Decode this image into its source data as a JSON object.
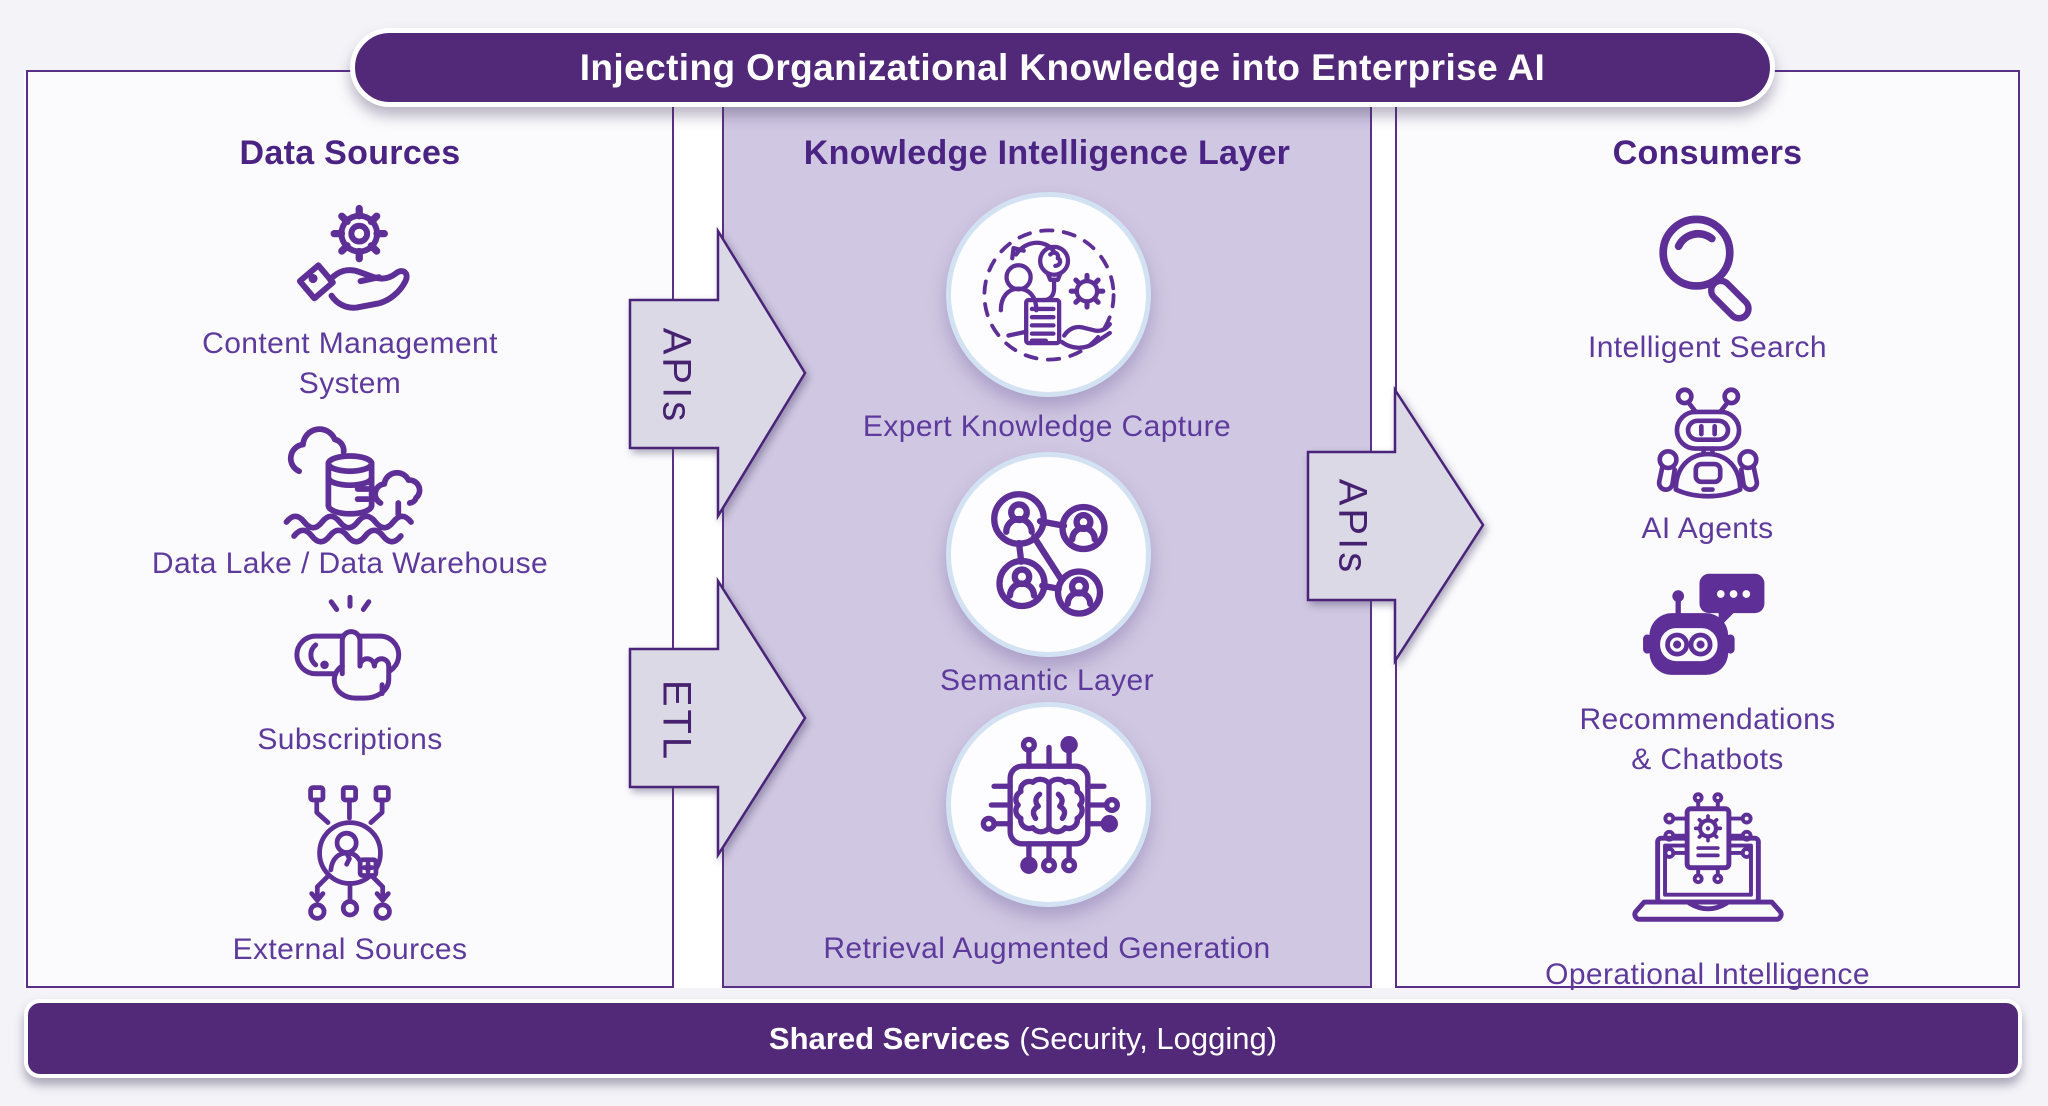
{
  "title_banner": {
    "text": "Injecting Organizational Knowledge into Enterprise AI"
  },
  "columns": {
    "data_sources": {
      "header": "Data Sources",
      "items": [
        {
          "label": "Content Management\nSystem",
          "icon": "gear-hand-icon"
        },
        {
          "label": "Data Lake / Data Warehouse",
          "icon": "data-lake-icon"
        },
        {
          "label": "Subscriptions",
          "icon": "press-button-icon"
        },
        {
          "label": "External Sources",
          "icon": "external-sources-icon"
        }
      ]
    },
    "knowledge_layer": {
      "header": "Knowledge Intelligence Layer",
      "items": [
        {
          "label": "Expert Knowledge Capture",
          "icon": "expert-knowledge-icon"
        },
        {
          "label": "Semantic Layer",
          "icon": "people-network-icon"
        },
        {
          "label": "Retrieval Augmented Generation",
          "icon": "brain-chip-icon"
        }
      ]
    },
    "consumers": {
      "header": "Consumers",
      "items": [
        {
          "label": "Intelligent Search",
          "icon": "magnifier-icon"
        },
        {
          "label": "AI Agents",
          "icon": "robot-icon"
        },
        {
          "label": "Recommendations\n& Chatbots",
          "icon": "chatbot-speech-icon"
        },
        {
          "label": "Operational Intelligence",
          "icon": "laptop-chip-icon"
        }
      ]
    }
  },
  "arrows": {
    "left_top": {
      "label": "APIs"
    },
    "left_bottom": {
      "label": "ETL"
    },
    "right": {
      "label": "APIs"
    }
  },
  "shared_services": {
    "title": "Shared Services",
    "detail": "(Security, Logging)"
  },
  "colors": {
    "banner_purple": "#522879",
    "panel_border": "#5a2f87",
    "header_text": "#4b2383",
    "label_text": "#5e3a9c",
    "icon_stroke": "#5e2f96",
    "mid_panel_bg": "#d0c8e2",
    "panel_bg": "#fbfbfd",
    "arrow_fill": "#dcd9e7",
    "arrow_border": "#4a2478",
    "circle_ring": "#d3e2f3",
    "page_bg": "#f4f4f8"
  }
}
